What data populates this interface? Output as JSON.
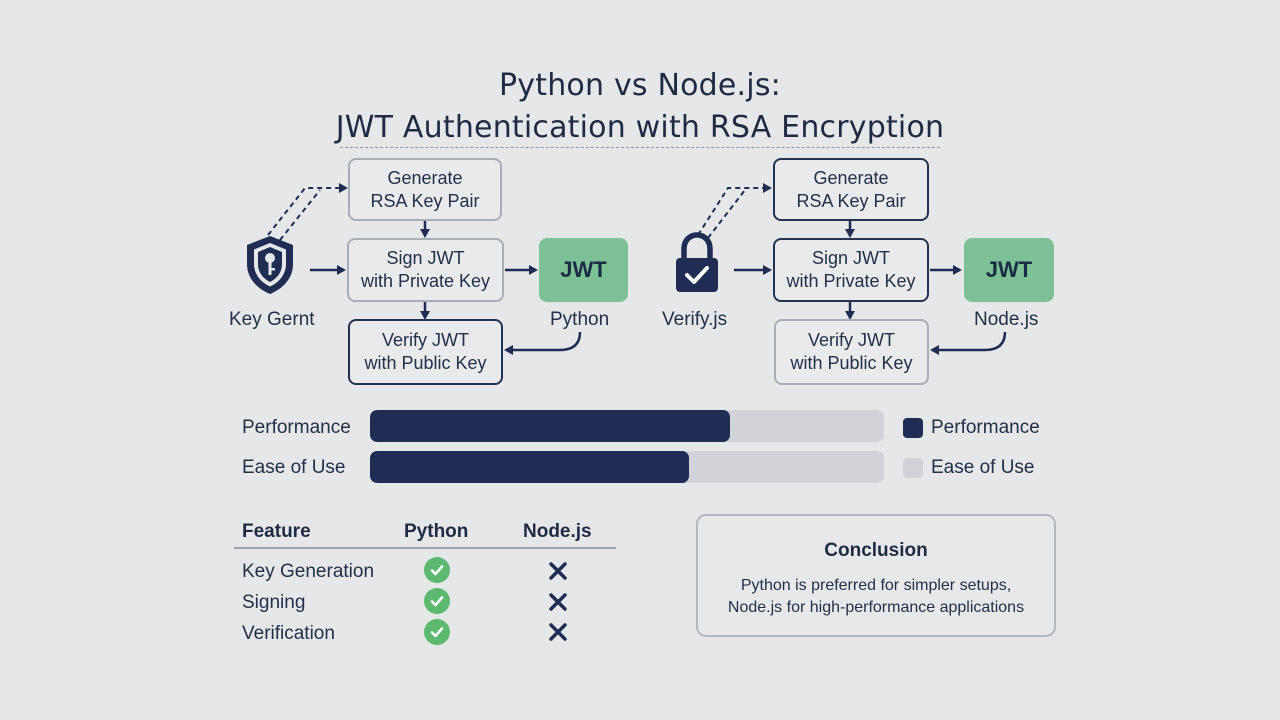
{
  "title": {
    "line1": "Python vs Node.js:",
    "line2": "JWT Authentication with RSA Encryption"
  },
  "python_flow": {
    "icon": "shield-key-icon",
    "icon_label": "Key Gernt",
    "generate": [
      "Generate",
      "RSA Key Pair"
    ],
    "sign": [
      "Sign JWT",
      "with Private Key"
    ],
    "verify": [
      "Verify JWT",
      "with Public Key"
    ],
    "token": "JWT",
    "token_label": "Python"
  },
  "node_flow": {
    "icon": "lock-check-icon",
    "icon_label": "Verify.js",
    "generate": [
      "Generate",
      "RSA Key Pair"
    ],
    "sign": [
      "Sign JWT",
      "with Private Key"
    ],
    "verify": [
      "Verify JWT",
      "with Public Key"
    ],
    "token": "JWT",
    "token_label": "Node.js"
  },
  "bars": [
    {
      "label": "Performance",
      "value": 0.7
    },
    {
      "label": "Ease of Use",
      "value": 0.62
    }
  ],
  "legend": [
    {
      "label": "Performance",
      "color": "#1f2d55"
    },
    {
      "label": "Ease of Use",
      "color": "#d1d3d8"
    }
  ],
  "table": {
    "headers": [
      "Feature",
      "Python",
      "Node.js"
    ],
    "rows": [
      {
        "feature": "Key Generation",
        "python": "check-icon",
        "node": "cross-icon"
      },
      {
        "feature": "Signing",
        "python": "check-icon",
        "node": "cross-icon"
      },
      {
        "feature": "Verification",
        "python": "check-icon",
        "node": "cross-icon"
      }
    ]
  },
  "conclusion": {
    "title": "Conclusion",
    "line1": "Python is preferred for simpler setups,",
    "line2": "Node.js for high-performance applications"
  },
  "colors": {
    "navy": "#1f2d55",
    "jwt_green": "#7fc196",
    "check_green": "#5cb96f"
  }
}
